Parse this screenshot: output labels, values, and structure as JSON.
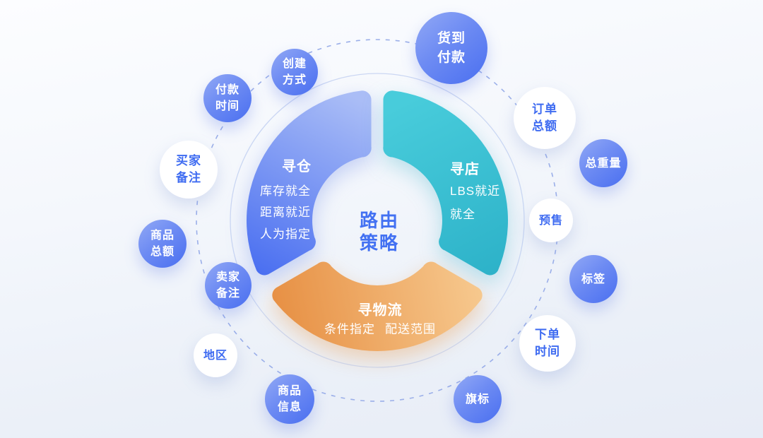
{
  "diagram": {
    "center": {
      "line1": "路由",
      "line2": "策略"
    },
    "segments": [
      {
        "id": "find-warehouse",
        "title": "寻仓",
        "items": [
          "库存就全",
          "距离就近",
          "人为指定"
        ]
      },
      {
        "id": "find-store",
        "title": "寻店",
        "items": [
          "LBS就近",
          "就全"
        ]
      },
      {
        "id": "find-logistics",
        "title": "寻物流",
        "items": [
          "条件指定",
          "配送范围"
        ]
      }
    ],
    "bubbles": [
      {
        "id": "cash-on-delivery",
        "variant": "blue",
        "lines": [
          "货到",
          "付款"
        ]
      },
      {
        "id": "order-total",
        "variant": "white",
        "lines": [
          "订单",
          "总额"
        ]
      },
      {
        "id": "total-weight",
        "variant": "blue",
        "lines": [
          "总重量"
        ]
      },
      {
        "id": "presale",
        "variant": "white",
        "lines": [
          "预售"
        ]
      },
      {
        "id": "tag",
        "variant": "blue",
        "lines": [
          "标签"
        ]
      },
      {
        "id": "order-time",
        "variant": "white",
        "lines": [
          "下单",
          "时间"
        ]
      },
      {
        "id": "flag",
        "variant": "blue",
        "lines": [
          "旗标"
        ]
      },
      {
        "id": "product-info",
        "variant": "blue",
        "lines": [
          "商品",
          "信息"
        ]
      },
      {
        "id": "region",
        "variant": "white",
        "lines": [
          "地区"
        ]
      },
      {
        "id": "seller-note",
        "variant": "blue",
        "lines": [
          "卖家",
          "备注"
        ]
      },
      {
        "id": "product-total",
        "variant": "blue",
        "lines": [
          "商品",
          "总额"
        ]
      },
      {
        "id": "buyer-note",
        "variant": "white",
        "lines": [
          "买家",
          "备注"
        ]
      },
      {
        "id": "payment-time",
        "variant": "blue",
        "lines": [
          "付款",
          "时间"
        ]
      },
      {
        "id": "creation-method",
        "variant": "blue",
        "lines": [
          "创建",
          "方式"
        ]
      }
    ],
    "colors": {
      "segment_blue_dark": "#3f66f0",
      "segment_blue_light": "#aabdf6",
      "segment_teal_light": "#48ccdb",
      "segment_teal_dark": "#2cb1c8",
      "segment_orange_dark": "#e79044",
      "segment_orange_light": "#f7ca90",
      "center_text": "#4371f2",
      "white_bubble_text": "#3e6bf1",
      "dashed_orbit": "#9bafe9",
      "solid_orbit": "#cbd7f3"
    }
  }
}
